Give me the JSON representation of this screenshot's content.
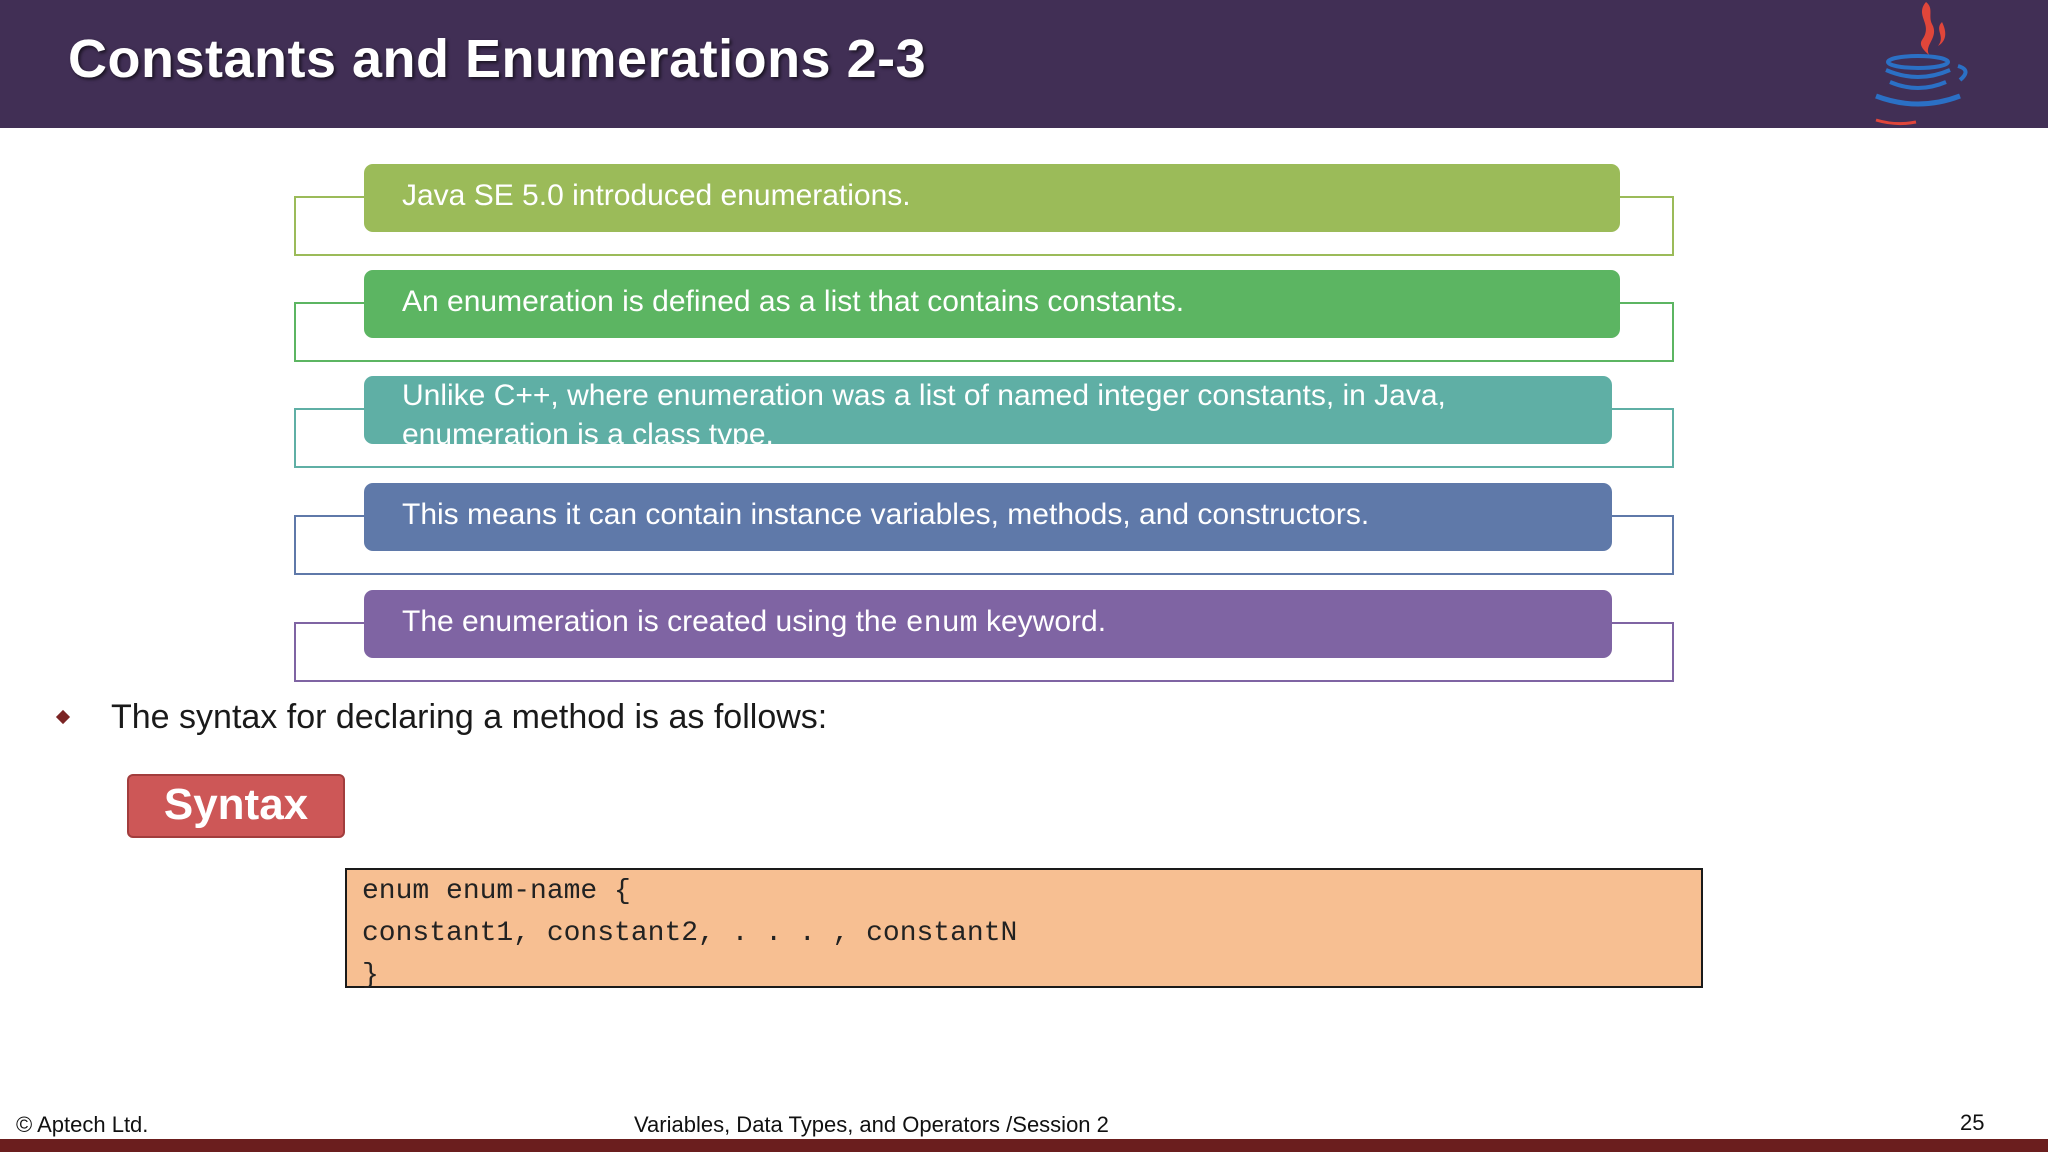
{
  "slide": {
    "title": "Constants and Enumerations 2-3",
    "points": [
      {
        "text": "Java SE 5.0 introduced enumerations.",
        "color": "#9bbb59"
      },
      {
        "text": "An enumeration is defined as a list that contains constants.",
        "color": "#5cb562"
      },
      {
        "line1": "Unlike C++, where enumeration was a list of named integer constants, in Java,",
        "line2": "enumeration is a class type.",
        "color": "#5fafa5"
      },
      {
        "text": "This means it can contain instance variables, methods, and constructors.",
        "color": "#5f79a9"
      },
      {
        "before": "The enumeration is created using the",
        "keyword": "enum",
        "after": "keyword.",
        "color": "#7f64a3"
      }
    ],
    "intro": "The syntax for declaring a method is as follows:",
    "syntax_label": "Syntax",
    "code": [
      "enum enum-name {",
      "constant1, constant2, . . . , constantN",
      "}"
    ]
  },
  "footer": {
    "copyright": "© Aptech Ltd.",
    "session": "Variables, Data Types, and Operators /Session 2",
    "page": "25"
  },
  "icons": {
    "logo": "java-coffee-cup-logo",
    "bullet": "diamond-bullet-icon"
  },
  "colors": {
    "header": "#412f55",
    "syntax_badge": "#cd5757",
    "code_box": "#f7bf92",
    "footer_bar": "#6b1e1e"
  }
}
